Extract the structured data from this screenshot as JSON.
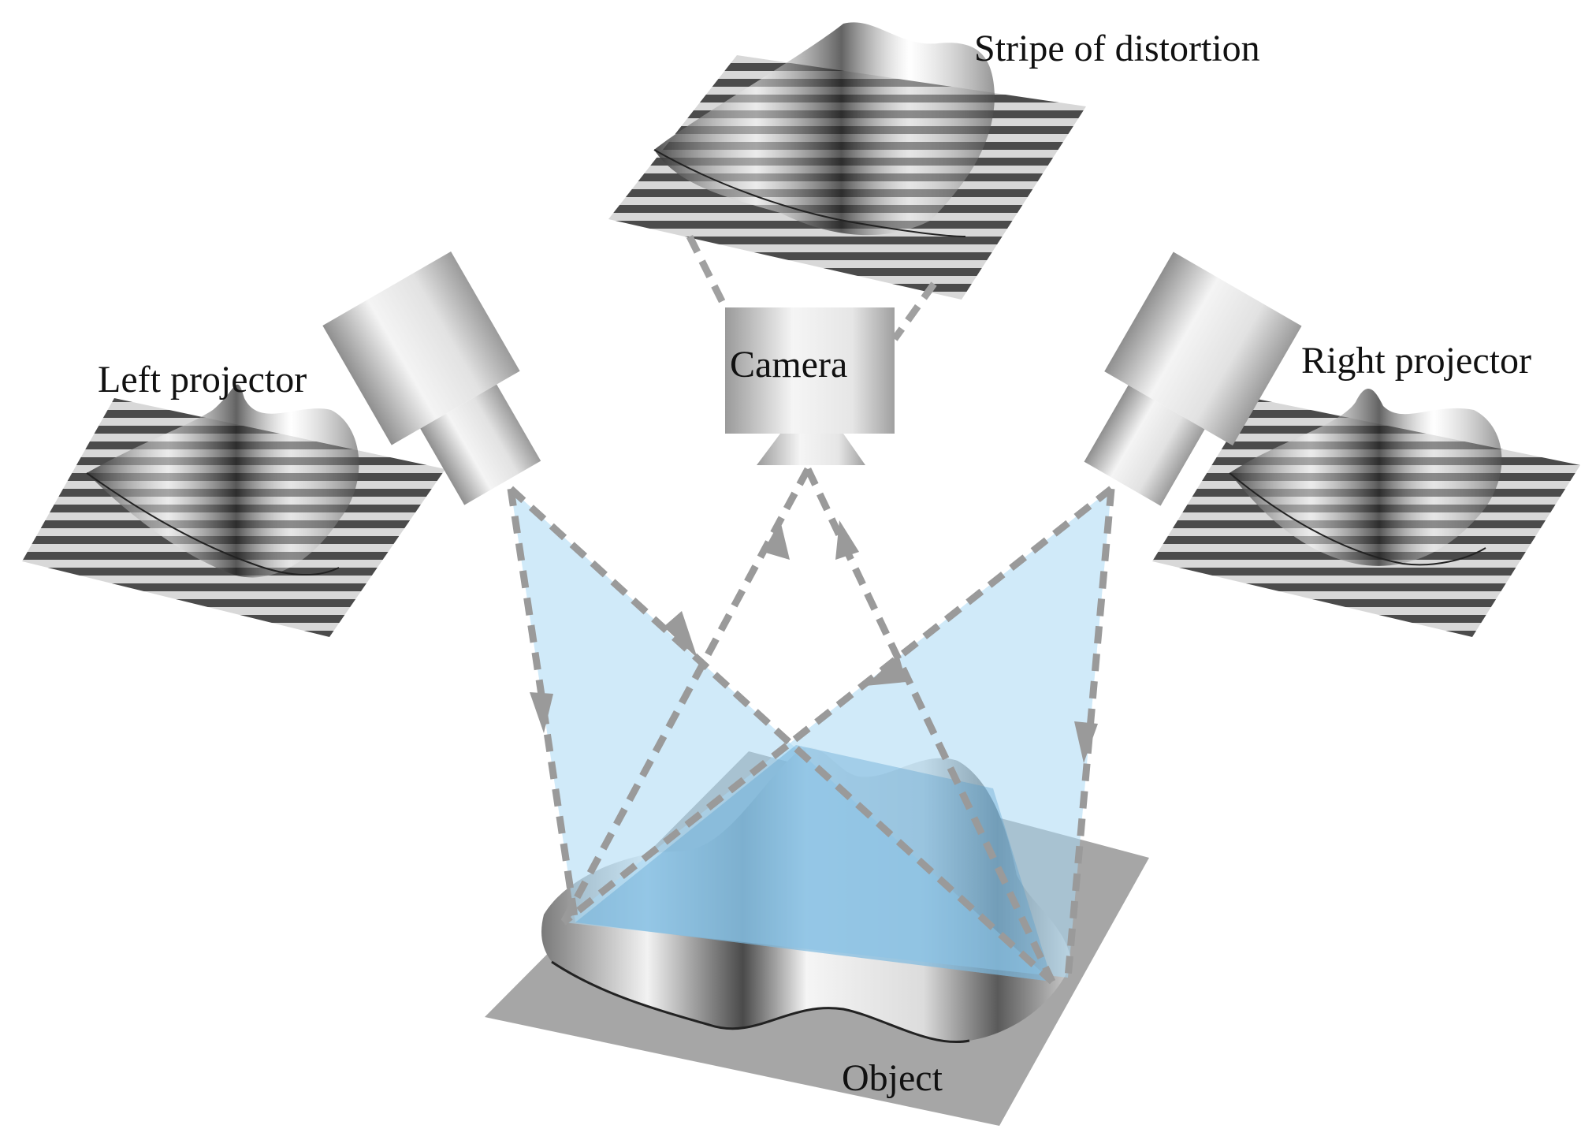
{
  "labels": {
    "stripe": "Stripe of distortion",
    "left_projector": "Left projector",
    "camera": "Camera",
    "right_projector": "Right projector",
    "object": "Object"
  },
  "colors": {
    "beam": "#a9d8f4",
    "beam_dark": "#4f9ccc",
    "arrow": "#9a9a9a",
    "plane": "#a6a6a6",
    "stripe_dark": "#4a4a4a",
    "stripe_light": "#d9d9d9"
  }
}
